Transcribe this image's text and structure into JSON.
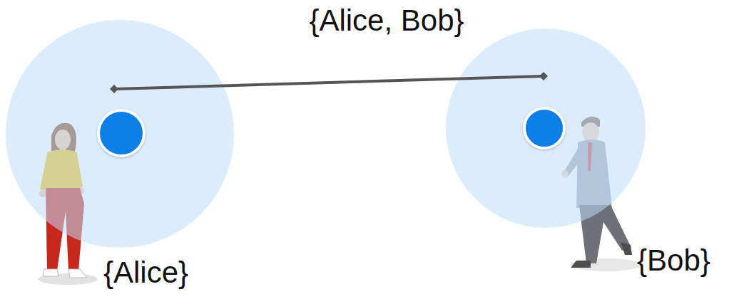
{
  "diagram": {
    "nodes": [
      {
        "text": [
          "{Alice}"
        ]
      },
      {
        "text": [
          "{Bob}"
        ]
      }
    ],
    "edges": [
      {
        "from": 0,
        "to": 1,
        "arrow": "none",
        "label": "{Alice, Bob}"
      }
    ]
  }
}
